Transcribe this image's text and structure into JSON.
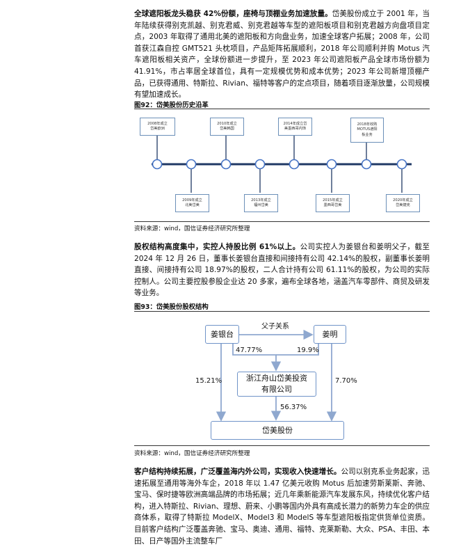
{
  "para1": {
    "lead": "全球遮阳板龙头稳获 42%份额，座椅与顶棚业务加速放量。",
    "body": "岱美股份成立于 2001 年，当年陆续获得别克凯越、别克君威、别克君越等车型的遮阳板项目和别克君越方向盘项目定点，2003 年取得了通用北美的遮阳板和方向盘业务，加速全球客户拓展；2008 年，公司首获江森自控 GMT521 头枕项目，产品矩阵拓展顺利，2018 年公司顺利并购 Motus 汽车遮阳板相关资产，全球份额进一步提升，至 2023 年公司遮阳板产品全球市场份额为 41.91%，市占率居全球首位，具有一定规模优势和成本优势；2023 年公司新增顶棚产品，已获得通用、特斯拉、Rivian、福特等客户的定点项目，随着项目逐渐放量，公司规模有望加速成长。"
  },
  "fig92": {
    "title": "图92：岱美股份历史沿革",
    "events_top": [
      "2008年成立\n岱美欧洲",
      "2010年成立\n岱美韩国",
      "2014年成立岱\n美墨西哥内饰",
      "2018年收购\nMOTUS遮阳\n板业务"
    ],
    "events_bottom": [
      "2009年成立\n北美岱美",
      "2013年成立\n福州岱美",
      "2015年成立\n墨西哥岱美",
      "2020年成立\n岱美捷克"
    ],
    "source": "资料来源：wind，国信证券经济研究所整理"
  },
  "para2": {
    "lead": "股权结构高度集中，实控人持股比例 61%以上。",
    "body": "公司实控人为姜银台和姜明父子，截至 2024 年 12 月 26 日，董事长姜银台直接和间接持有公司 42.14%的股权，副董事长姜明直接、间接持有公司 18.97%的股权，二人合计持有公司 61.11%的股权，为公司的实际控制人。公司主要控股参股企业达 20 多家，遍布全球各地，涵盖汽车零部件、商贸及研发等业务。"
  },
  "fig93": {
    "title": "图93：岱美股份股权结构",
    "father_son": "父子关系",
    "node_jiang_yintai": "姜银台",
    "node_jiang_ming": "姜明",
    "node_zhoushan": "浙江舟山岱美投资\n有限公司",
    "node_daimei": "岱美股份",
    "pct_yintai_zhoushan": "47.77%",
    "pct_ming_zhoushan": "19.9%",
    "pct_yintai_daimei": "15.21%",
    "pct_ming_daimei": "7.70%",
    "pct_zhoushan_daimei": "56.37%",
    "source": "资料来源：wind，国信证券经济研究所整理"
  },
  "para3": {
    "lead": "客户结构持续拓展，广泛覆盖海内外公司，实现收入快速增长。",
    "body": "公司以别克系业务起家，迅速拓展至通用等海外车企，2018 年以 1.47 亿美元收购 Motus 后加速劳斯莱斯、奔驰、宝马、保时捷等欧洲高端品牌的市场拓展；近几年乘新能源汽车发展东风，持续优化客户结构，进入特斯拉、Rivian、理想、蔚来、小鹏等国内外具有高成长潜力的新势力车企的供应商体系，取得了特斯拉 ModelX、Model3 和 ModelS 等车型遮阳板指定供货单位资质。目前客户结构广泛覆盖奔驰、宝马、奥迪、通用、福特、克莱斯勒、大众、PSA、丰田、本田、日产等国外主流整车厂"
  },
  "colors": {
    "timeline_line": "#1f3864",
    "node_border": "#4472c4",
    "arrow": "#8fa8cf"
  }
}
